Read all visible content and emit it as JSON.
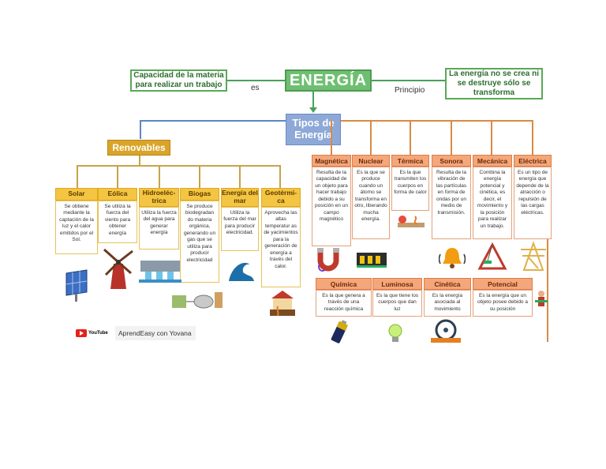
{
  "title": "ENERGÍA",
  "left_def": "Capacidad de la materia para realizar un trabajo",
  "left_link": "es",
  "right_def": "La energía no se crea ni se destruye sólo se transforma",
  "right_link": "Principio",
  "tipos": "Tipos de Energía",
  "renovables": "Renovables",
  "renewables": [
    {
      "name": "Solar",
      "desc": "Se obtiene mediante la captación de la luz y el calor emitidos por el Sol."
    },
    {
      "name": "Eólica",
      "desc": "Se utiliza la fuerza del viento para obtener energía"
    },
    {
      "name": "Hidroeléc-trica",
      "desc": "Utiliza la fuerza del agua para generar energía"
    },
    {
      "name": "Biogas",
      "desc": "Se produce biodegradan do materia orgánica, generando un gas que se utiliza para producir electricidad"
    },
    {
      "name": "Energía del mar",
      "desc": "Utiliza la fuerza del mar para producir electricidad."
    },
    {
      "name": "Geotérmi-ca",
      "desc": "Aprovecha las altas temperatur as de yacimientos para la generación de energía a través del calor."
    }
  ],
  "types_top": [
    {
      "name": "Magnética",
      "desc": "Resulta de la capacidad de un objeto para hacer trabajo debido a su posición en un campo magnético"
    },
    {
      "name": "Nuclear",
      "desc": "Es la que se produce cuando un átomo se transforma en otro, liberando mucha energía."
    },
    {
      "name": "Térmica",
      "desc": "Es la que transmiten los cuerpos en forma de calor"
    },
    {
      "name": "Sonora",
      "desc": "Resulta de la vibración de las partículas en forma de ondas por un medio de transmisión."
    },
    {
      "name": "Mecánica",
      "desc": "Combina la energía potencial y cinética, es decir, el movimiento y la posición para realizar un trabajo."
    },
    {
      "name": "Eléctrica",
      "desc": "Es un tipo de energía que depende de la atracción o repulsión de las cargas eléctricas."
    }
  ],
  "types_bottom": [
    {
      "name": "Química",
      "desc": "Es la que genera a través de una reacción química"
    },
    {
      "name": "Luminosa",
      "desc": "Es la que tiene los cuerpos que dan luz"
    },
    {
      "name": "Cinética",
      "desc": "Es la energía asociada al movimiento"
    },
    {
      "name": "Potencial",
      "desc": "Es la energía que un objeto posee debido a su posición"
    }
  ],
  "youtube": "YouTube",
  "credit": "AprendEasy con Yovana",
  "colors": {
    "green": "#6fbf73",
    "blue": "#8ea9d8",
    "gold": "#d9a428",
    "yellow": "#f4c542",
    "orange": "#f4a77a"
  }
}
